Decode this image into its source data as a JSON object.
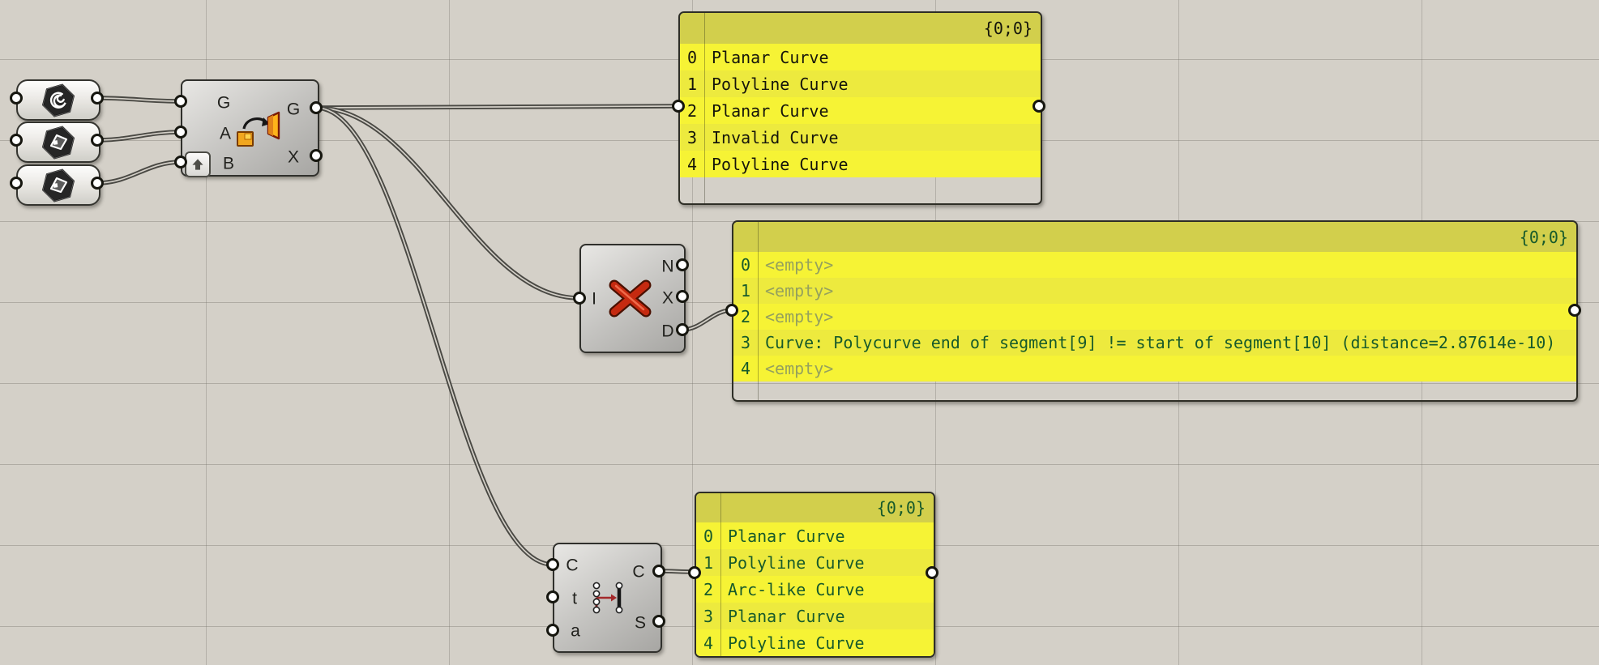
{
  "app": "grasshopper-canvas",
  "colors": {
    "canvas_bg": "#d4d0c8",
    "grid_line": "#bfbcb5",
    "wire": "#4a4944",
    "panel_header_bg": "#d2cf4c",
    "panel_row_light": "#f6f335",
    "panel_row_dark": "#edea3e",
    "panel_text_dark": "#15150b",
    "panel_text_green": "#175a2b",
    "panel_text_muted": "#95a15d",
    "component_body": "#c3c2bf",
    "red_x": "#c52a10",
    "orient_orange": "#f2a71f"
  },
  "orient": {
    "inputs": [
      "G",
      "A",
      "B"
    ],
    "outputs": [
      "G",
      "X"
    ]
  },
  "check": {
    "inputs": [
      "I"
    ],
    "outputs": [
      "N",
      "X",
      "D"
    ]
  },
  "simplify": {
    "inputs": [
      "C",
      "t",
      "a"
    ],
    "outputs": [
      "C",
      "S"
    ]
  },
  "panels": [
    {
      "header": "{0;0}",
      "rows": [
        {
          "index": "0",
          "value": "Planar Curve"
        },
        {
          "index": "1",
          "value": "Polyline Curve"
        },
        {
          "index": "2",
          "value": "Planar Curve"
        },
        {
          "index": "3",
          "value": "Invalid Curve"
        },
        {
          "index": "4",
          "value": "Polyline Curve"
        }
      ]
    },
    {
      "header": "{0;0}",
      "rows": [
        {
          "index": "0",
          "value": "<empty>"
        },
        {
          "index": "1",
          "value": "<empty>"
        },
        {
          "index": "2",
          "value": "<empty>"
        },
        {
          "index": "3",
          "value": "Curve: Polycurve end of segment[9] != start of segment[10] (distance=2.87614e-10)"
        },
        {
          "index": "4",
          "value": "<empty>"
        }
      ]
    },
    {
      "header": "{0;0}",
      "rows": [
        {
          "index": "0",
          "value": "Planar Curve"
        },
        {
          "index": "1",
          "value": "Polyline Curve"
        },
        {
          "index": "2",
          "value": "Arc-like Curve"
        },
        {
          "index": "3",
          "value": "Planar Curve"
        },
        {
          "index": "4",
          "value": "Polyline Curve"
        }
      ]
    }
  ]
}
